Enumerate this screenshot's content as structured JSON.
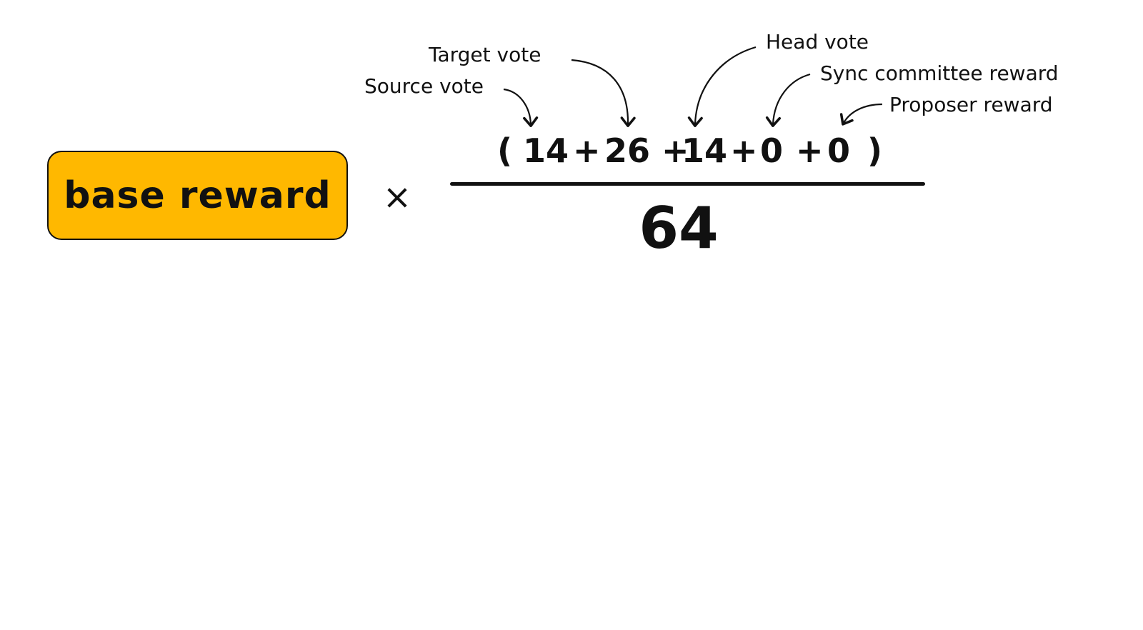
{
  "formula": {
    "base_label": "base reward",
    "multiply_symbol": "×",
    "numerator": {
      "open_paren": "(",
      "terms": [
        "14",
        "26",
        "14",
        "0",
        "0"
      ],
      "plus": "+",
      "close_paren": ")"
    },
    "denominator": "64"
  },
  "annotations": {
    "source": "Source vote",
    "target": "Target vote",
    "head": "Head vote",
    "sync": "Sync committee reward",
    "proposer": "Proposer reward"
  },
  "colors": {
    "accent": "#FFB800",
    "ink": "#111111",
    "background": "#FFFFFF"
  }
}
